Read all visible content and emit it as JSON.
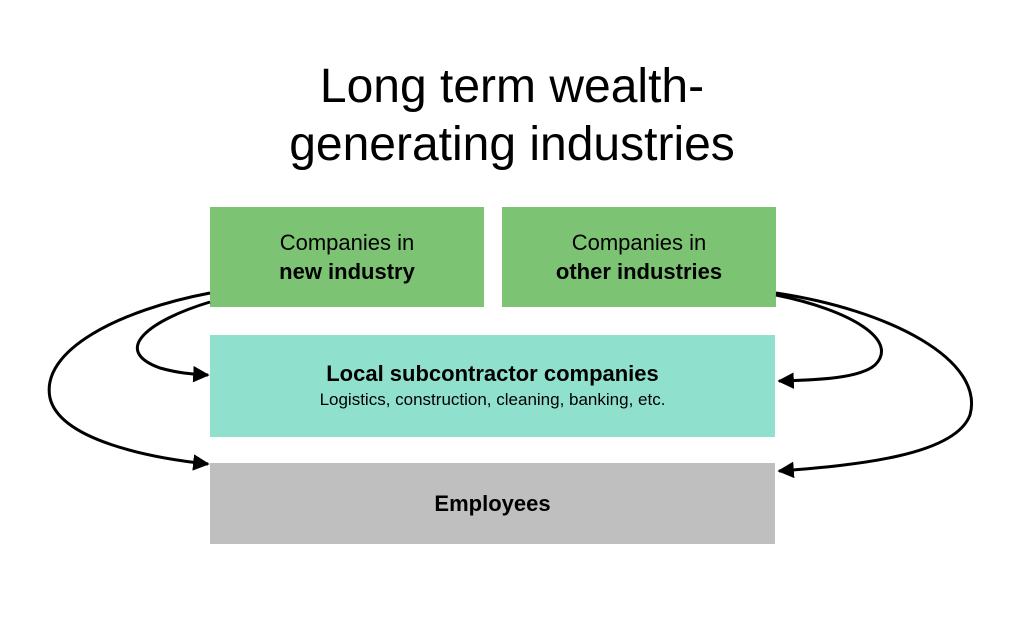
{
  "title": {
    "line1": "Long term wealth-",
    "line2": "generating industries"
  },
  "boxes": {
    "new_industry": {
      "line1": "Companies in",
      "line2": "new industry",
      "color": "#7dc374"
    },
    "other_industries": {
      "line1": "Companies in",
      "line2": "other industries",
      "color": "#7dc374"
    },
    "subcontractors": {
      "title": "Local subcontractor companies",
      "subtitle": "Logistics, construction, cleaning, banking, etc.",
      "color": "#8fe0cd"
    },
    "employees": {
      "label": "Employees",
      "color": "#bfbfbf"
    }
  }
}
